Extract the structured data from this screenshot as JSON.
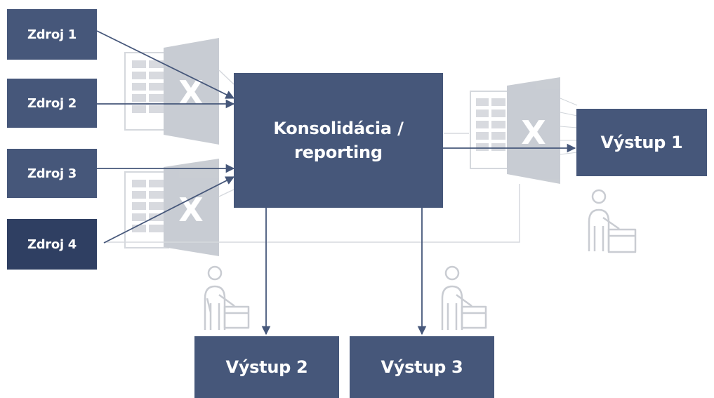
{
  "colors": {
    "box": "#46577a",
    "box_dark": "#2f3f62",
    "arrow": "#46577a",
    "ghost": "#c4c8d0",
    "ghost_light": "#dcdfe4"
  },
  "sources": [
    {
      "label": "Zdroj 1"
    },
    {
      "label": "Zdroj 2"
    },
    {
      "label": "Zdroj 3"
    },
    {
      "label": "Zdroj 4"
    }
  ],
  "core": {
    "line1": "Konsolidácia /",
    "line2": "reporting"
  },
  "outputs": [
    {
      "label": "Výstup 1"
    },
    {
      "label": "Výstup 2"
    },
    {
      "label": "Výstup 3"
    }
  ],
  "icons": {
    "spreadsheet": "excel-spreadsheet-icon",
    "person": "person-with-box-icon",
    "excel_letter": "X"
  }
}
